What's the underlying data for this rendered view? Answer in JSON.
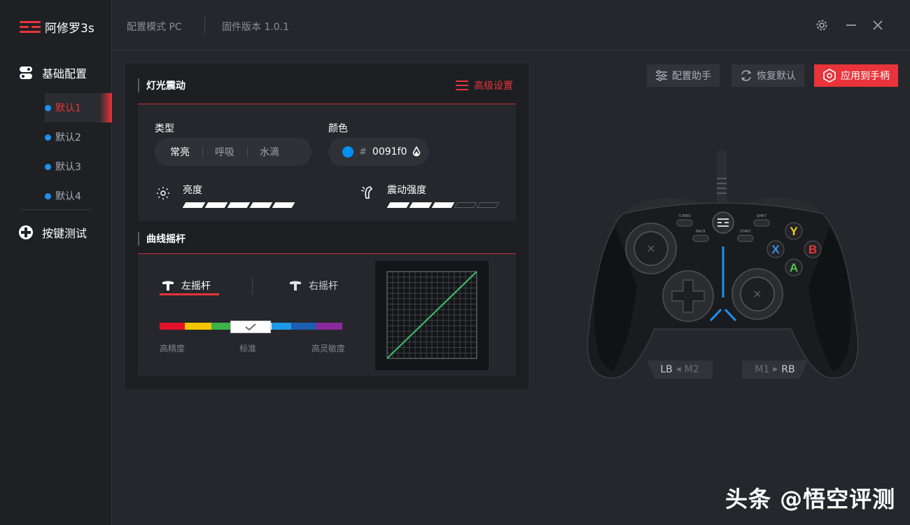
{
  "app": {
    "title": "阿修罗3s",
    "brand_color": "#e8343a",
    "accent_color": "#1e8ff0"
  },
  "sidebar": {
    "groups": [
      {
        "label": "基础配置",
        "icon": "toggle-icon"
      },
      {
        "label": "按键测试",
        "icon": "dpad-icon"
      }
    ],
    "items": [
      {
        "label": "默认1",
        "active": true
      },
      {
        "label": "默认2",
        "active": false
      },
      {
        "label": "默认3",
        "active": false
      },
      {
        "label": "默认4",
        "active": false
      }
    ]
  },
  "topbar": {
    "config_mode": "配置模式  PC",
    "firmware": "固件版本  1.0.1"
  },
  "actions": {
    "assistant": "配置助手",
    "restore": "恢复默认",
    "apply": "应用到手柄"
  },
  "lighting": {
    "section_title": "灯光震动",
    "advanced": "高级设置",
    "type_label": "类型",
    "types": [
      "常亮",
      "呼吸",
      "水滴"
    ],
    "active_type": "常亮",
    "color_label": "颜色",
    "hash": "#",
    "color_value": "0091f0",
    "brightness_label": "亮度",
    "brightness_level": 5,
    "vibration_label": "震动强度",
    "vibration_level": 3,
    "level_max": 5
  },
  "stick": {
    "section_title": "曲线摇杆",
    "left": "左摇杆",
    "right": "右摇杆",
    "sens_labels": [
      "高精度",
      "标准",
      "高灵敏度"
    ],
    "sens_colors": [
      "#e5102a",
      "#f5c400",
      "#3db34a",
      "#ffffff",
      "#1e98e8",
      "#1d5fb0",
      "#8a2a9a"
    ],
    "selected_segment": 3
  },
  "controller": {
    "buttons": {
      "turbo": "TURBO",
      "shift": "SHIFT",
      "back": "BACK",
      "start": "START",
      "y": "Y",
      "x": "X",
      "b": "B",
      "a": "A"
    },
    "lb": "LB",
    "m2": "M2",
    "m1": "M1",
    "rb": "RB"
  },
  "watermark": "头条 @悟空评测"
}
